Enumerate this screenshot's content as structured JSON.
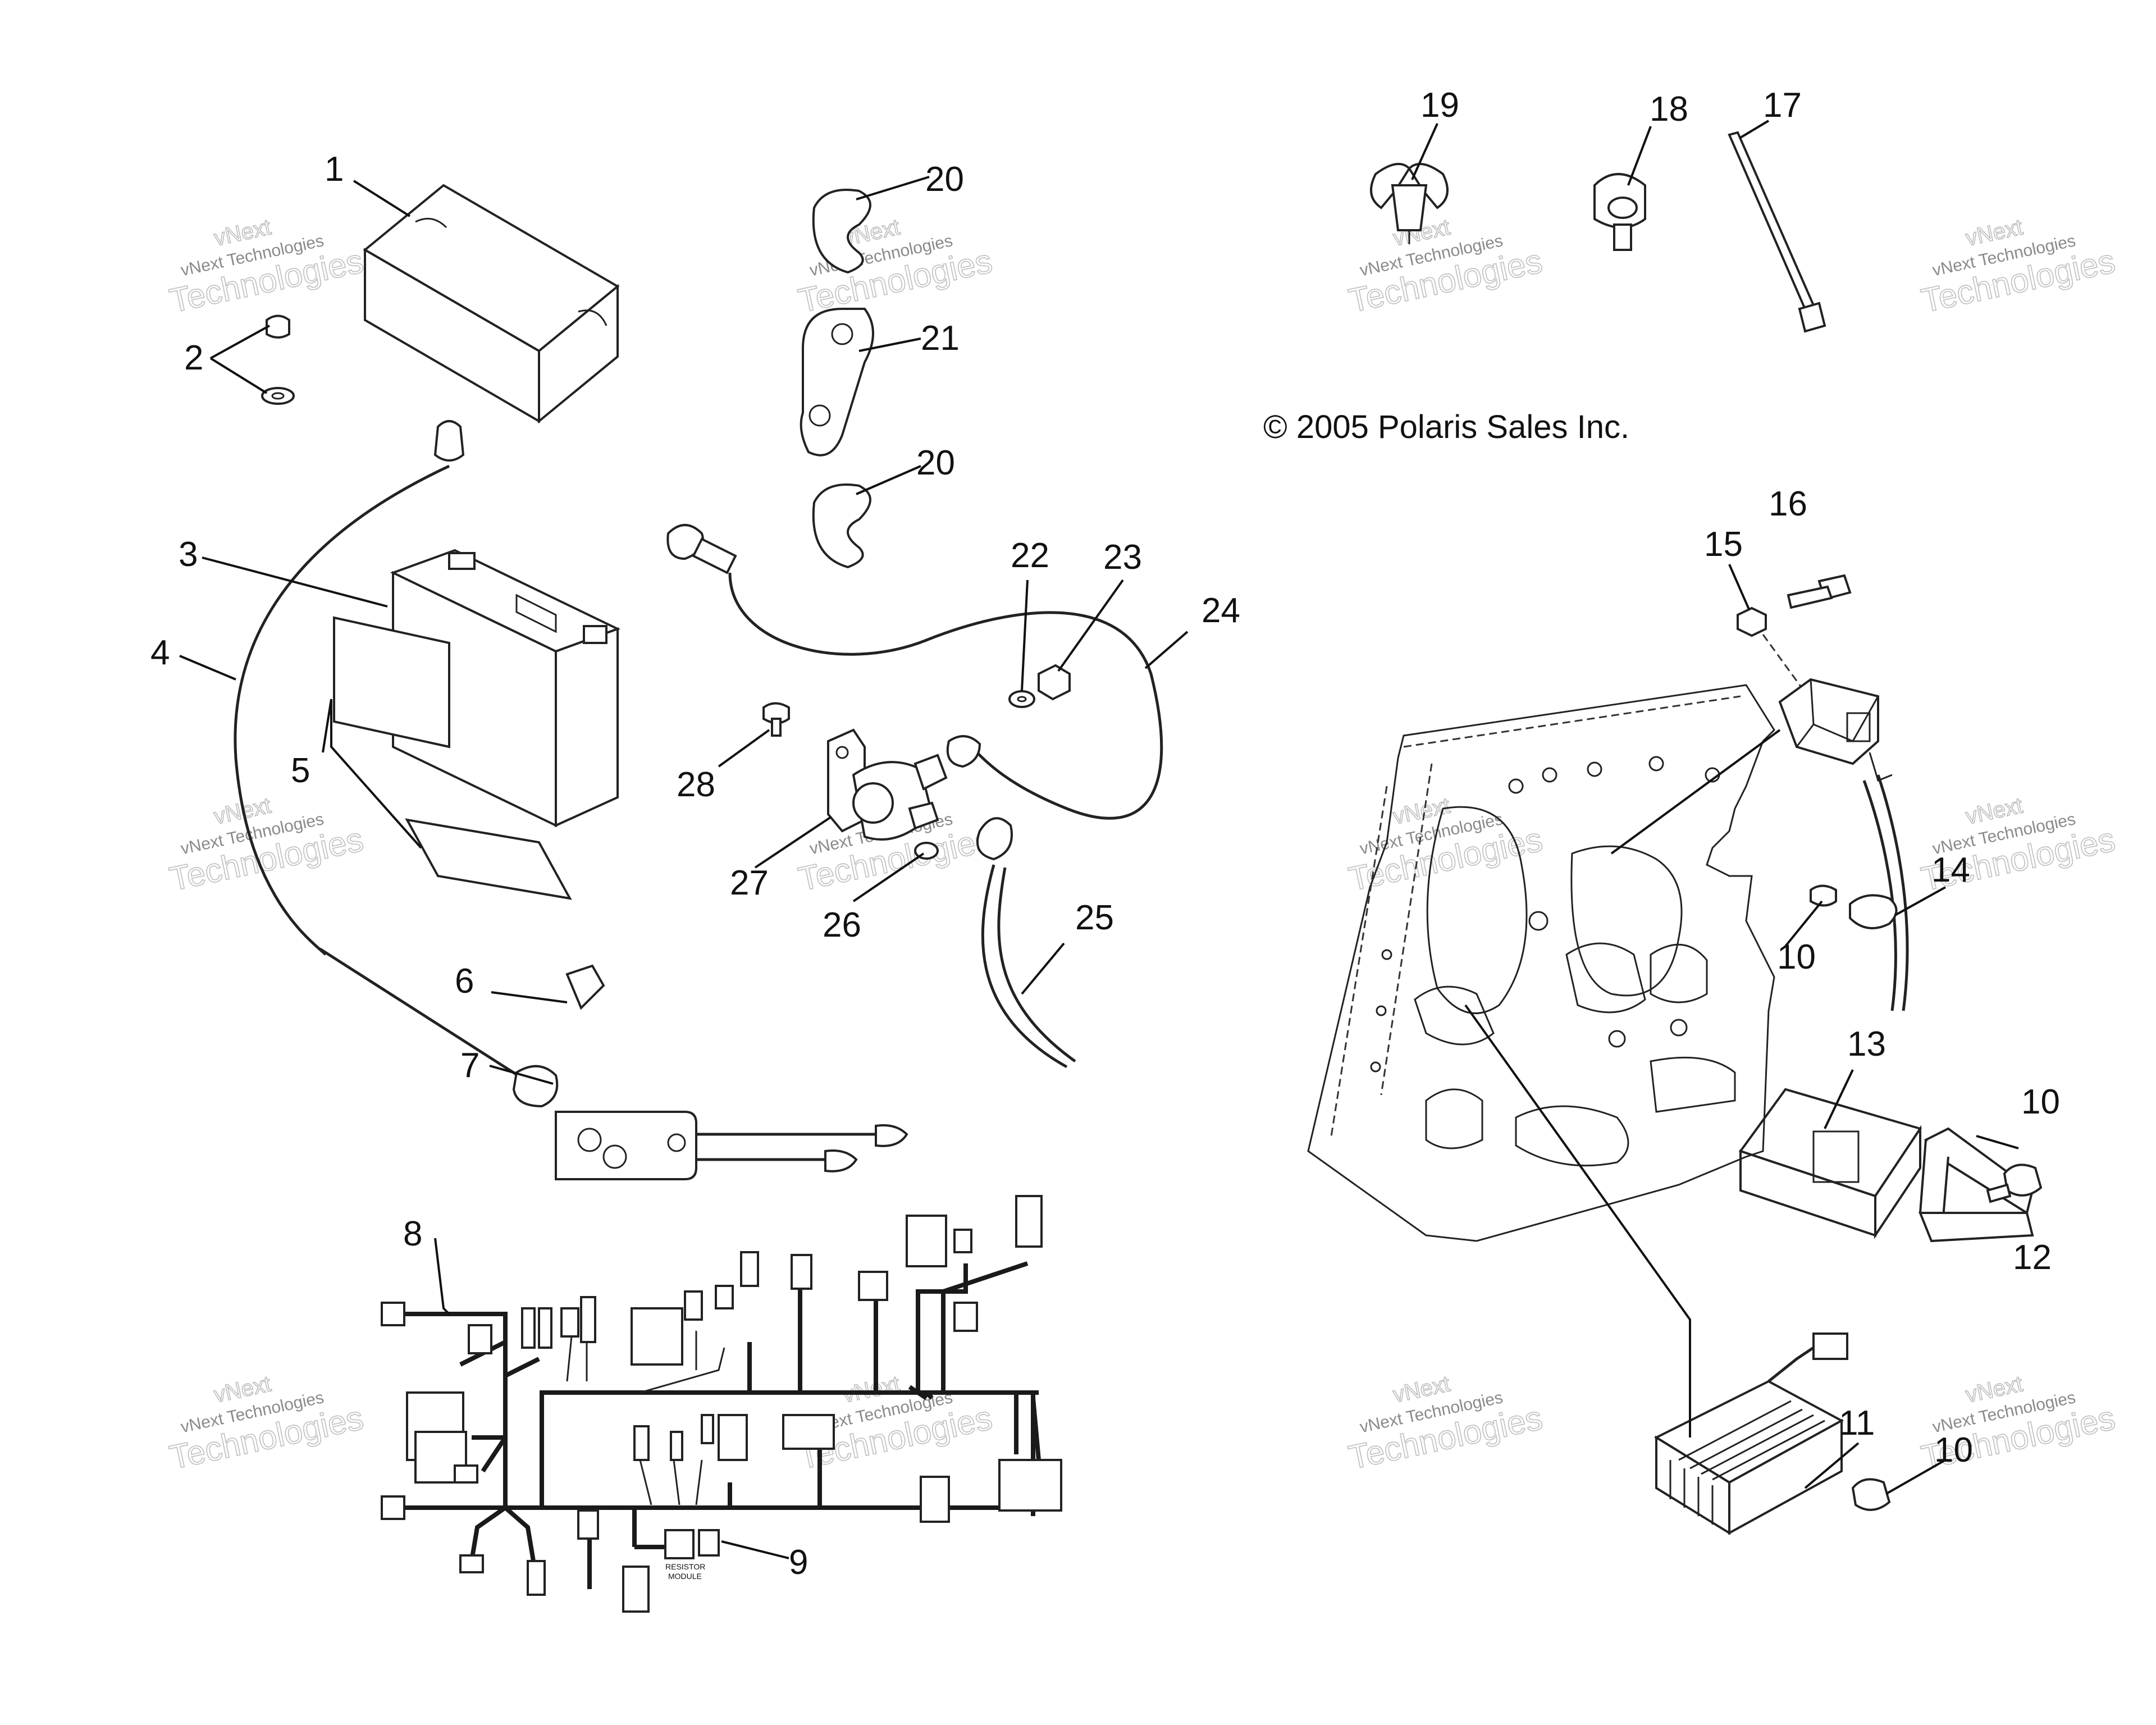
{
  "copyright": "© 2005 Polaris Sales Inc.",
  "watermark": {
    "brand": "vNext",
    "line": "vNext Technologies",
    "big": "Technologies"
  },
  "harness": {
    "resistor_module_line1": "RESISTOR",
    "resistor_module_line2": "MODULE"
  },
  "callouts": [
    "1",
    "2",
    "3",
    "4",
    "5",
    "6",
    "7",
    "8",
    "9",
    "10",
    "10",
    "10",
    "10",
    "11",
    "12",
    "13",
    "14",
    "15",
    "16",
    "17",
    "18",
    "19",
    "20",
    "20",
    "21",
    "22",
    "23",
    "24",
    "25",
    "26",
    "27",
    "28"
  ]
}
